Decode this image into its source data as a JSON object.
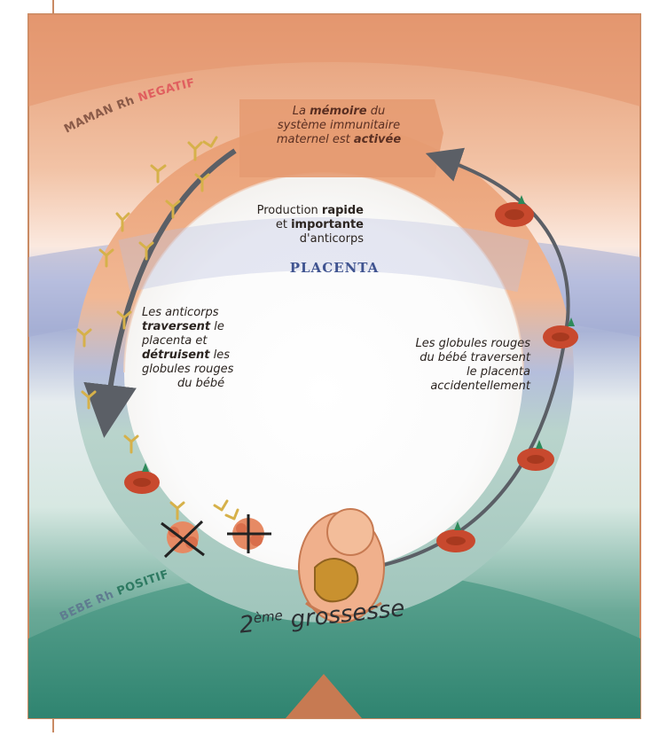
{
  "title": {
    "prefix": "2",
    "sup": "ème",
    "word": "grossesse"
  },
  "mother_label": {
    "part1": "MAMAN Rh ",
    "part2": "NEGATIF"
  },
  "baby_label": {
    "part1": "BEBE Rh ",
    "part2": "POSITIF"
  },
  "placenta_label": "PLACENTA",
  "memory_box": {
    "line1_a": "La ",
    "line1_b": "mémoire",
    "line1_c": " du",
    "line2": "système immunitaire",
    "line3_a": "maternel est ",
    "line3_b": "activée"
  },
  "production_text": {
    "line1_a": "Production ",
    "line1_b": "rapide",
    "line2_a": "et ",
    "line2_b": "importante",
    "line3": "d'anticorps"
  },
  "antibodies_text": {
    "line1": "Les anticorps",
    "line2_a": "traversent",
    "line2_b": " le",
    "line3": "placenta et",
    "line4_a": "détruisent",
    "line4_b": " les",
    "line5": "globules rouges",
    "line6": "du bébé"
  },
  "cells_text": {
    "line1": "Les globules rouges",
    "line2": "du bébé traversent",
    "line3": "le placenta",
    "line4": "accidentellement"
  },
  "colors": {
    "mother_zone": "#e8a47c",
    "placenta_band": "#a9b3d6",
    "baby_zone": "#4f9a86",
    "ring_mother": "#e9a178",
    "ring_baby": "#a7c8c0",
    "red_cell": "#c8492e",
    "antibody": "#d6b14a",
    "arrow": "#5b5f66",
    "antigen": "#2e8a5a"
  },
  "icons": {
    "antibody": "antibody-icon",
    "red_cell": "red-blood-cell-icon",
    "destroyed_cell": "destroyed-cell-icon",
    "fetus": "fetus-icon"
  }
}
